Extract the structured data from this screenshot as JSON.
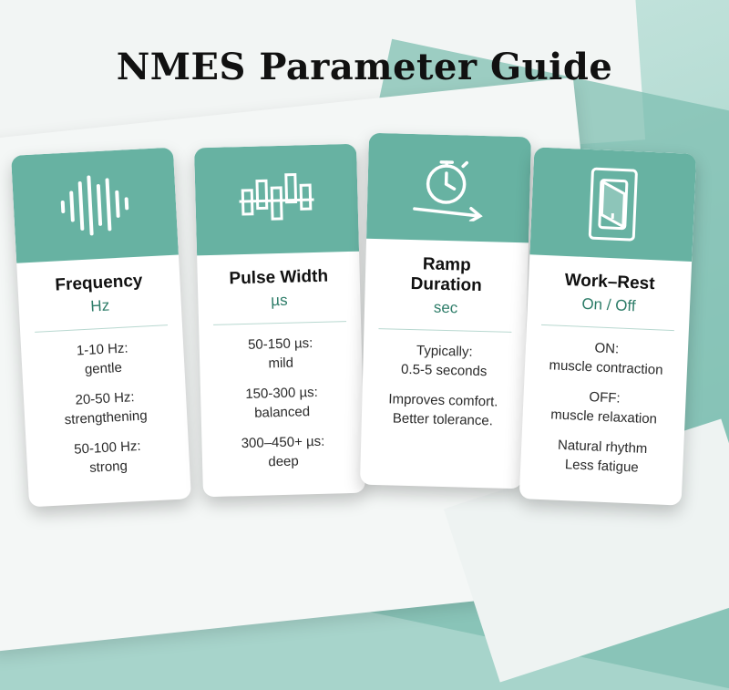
{
  "title": "NMES Parameter Guide",
  "cards": [
    {
      "icon": "waveform-icon",
      "name": "Frequency",
      "unit": "Hz",
      "items": [
        "1-10 Hz:\ngentle",
        "20-50 Hz:\nstrengthening",
        "50-100 Hz:\nstrong"
      ]
    },
    {
      "icon": "pulse-bars-icon",
      "name": "Pulse Width",
      "unit": "µs",
      "items": [
        "50-150 µs:\nmild",
        "150-300 µs:\nbalanced",
        "300–450+ µs:\ndeep"
      ]
    },
    {
      "icon": "timer-ramp-icon",
      "name": "Ramp\nDuration",
      "unit": "sec",
      "items": [
        "Typically:\n0.5-5 seconds",
        "Improves comfort.\nBetter tolerance."
      ]
    },
    {
      "icon": "switch-icon",
      "name": "Work–Rest",
      "unit": "On / Off",
      "items": [
        "ON:\nmuscle contraction",
        "OFF:\nmuscle relaxation",
        "Natural rhythm\nLess fatigue"
      ]
    }
  ],
  "colors": {
    "accent": "#67b2a2",
    "unit_text": "#2e7d69"
  }
}
